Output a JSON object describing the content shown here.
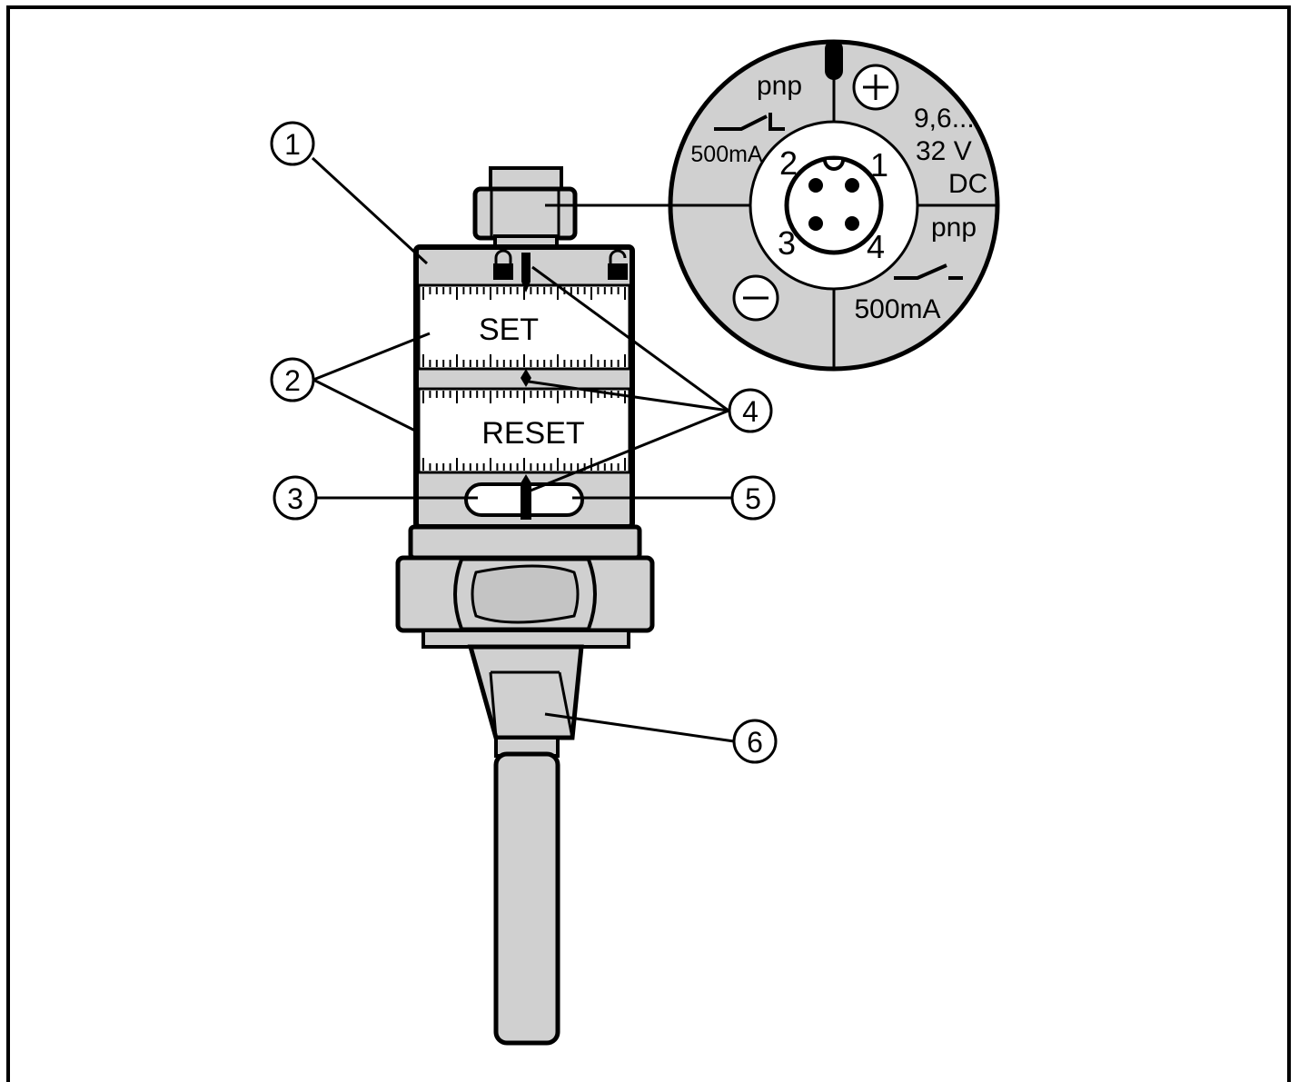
{
  "sensor": {
    "scale_labels": {
      "set": "SET",
      "reset": "RESET"
    }
  },
  "callouts": [
    {
      "id": "1",
      "label": "1"
    },
    {
      "id": "2",
      "label": "2"
    },
    {
      "id": "3",
      "label": "3"
    },
    {
      "id": "4",
      "label": "4"
    },
    {
      "id": "5",
      "label": "5"
    },
    {
      "id": "6",
      "label": "6"
    }
  ],
  "connector": {
    "pins": [
      "1",
      "2",
      "3",
      "4"
    ],
    "plus_symbol": "+",
    "minus_symbol": "−",
    "supply": {
      "line1": "9,6...",
      "line2": "32 V",
      "line3": "DC"
    },
    "output_left": {
      "type": "pnp",
      "current": "500mA"
    },
    "output_right": {
      "type": "pnp",
      "current": "500mA"
    }
  },
  "colors": {
    "housing": "#d0d0d0",
    "outline": "#000000",
    "scale": "#ffffff"
  }
}
